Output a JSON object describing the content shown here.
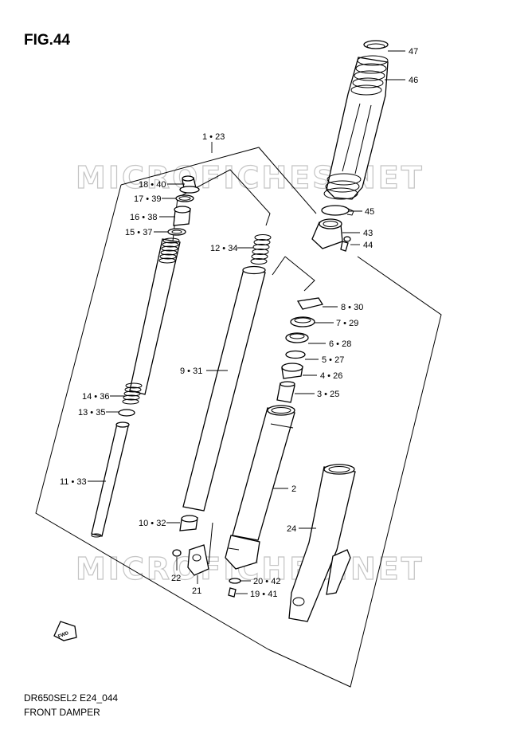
{
  "figure": {
    "title": "FIG.44"
  },
  "footer": {
    "code": "DR650SEL2 E24_044",
    "name": "FRONT DAMPER"
  },
  "watermark": {
    "text": "MICROFICHES.NET"
  },
  "direction_indicator": {
    "label": "FWD"
  },
  "callouts": [
    {
      "label": "47"
    },
    {
      "label": "46"
    },
    {
      "label": "1 • 23"
    },
    {
      "label": "18 • 40"
    },
    {
      "label": "17 • 39"
    },
    {
      "label": "16 • 38"
    },
    {
      "label": "15 • 37"
    },
    {
      "label": "45"
    },
    {
      "label": "43"
    },
    {
      "label": "44"
    },
    {
      "label": "12 • 34"
    },
    {
      "label": "8 • 30"
    },
    {
      "label": "7 • 29"
    },
    {
      "label": "6 • 28"
    },
    {
      "label": "5 • 27"
    },
    {
      "label": "4 • 26"
    },
    {
      "label": "9 • 31"
    },
    {
      "label": "3 • 25"
    },
    {
      "label": "14 • 36"
    },
    {
      "label": "13 • 35"
    },
    {
      "label": "2"
    },
    {
      "label": "11 • 33"
    },
    {
      "label": "24"
    },
    {
      "label": "10 • 32"
    },
    {
      "label": "22"
    },
    {
      "label": "20 • 42"
    },
    {
      "label": "21"
    },
    {
      "label": "19 • 41"
    }
  ]
}
